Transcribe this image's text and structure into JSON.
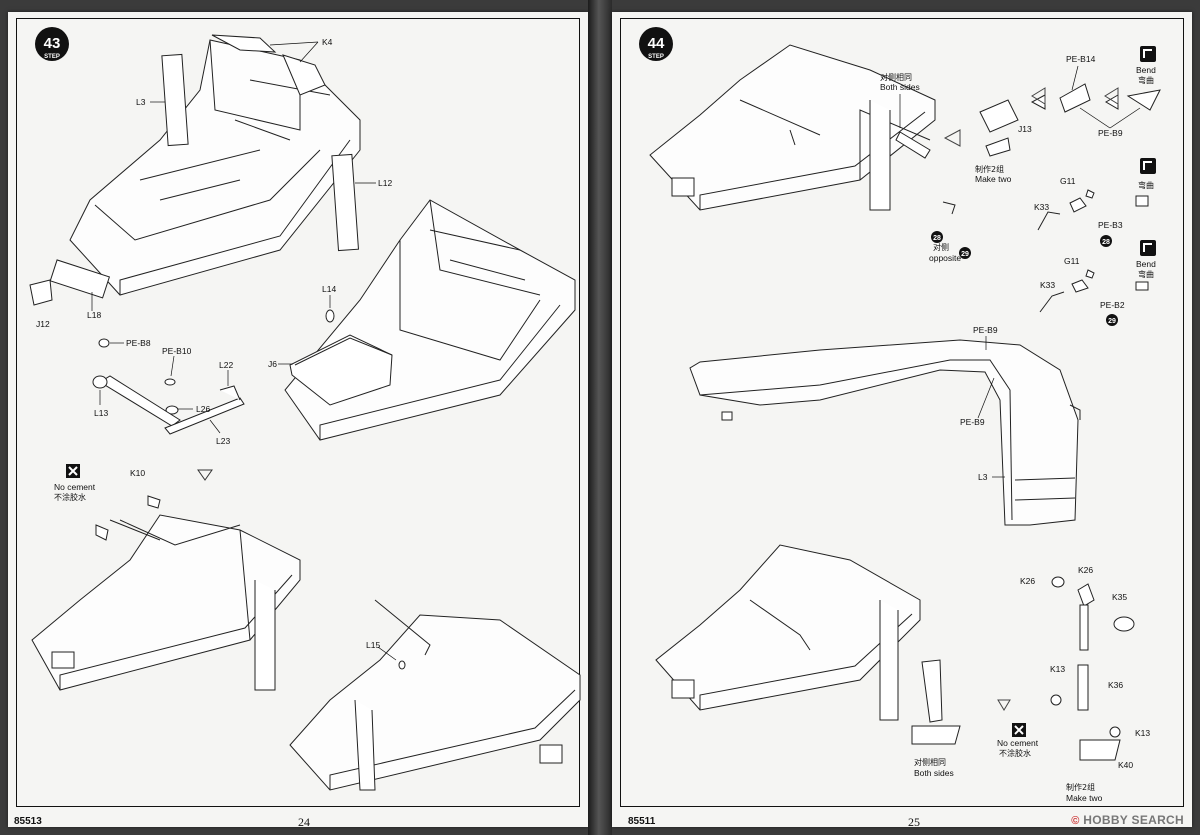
{
  "left_page": {
    "step_number": "43",
    "step_word": "STEP",
    "product_code": "85513",
    "page_number": "24",
    "labels": {
      "K4": "K4",
      "L3": "L3",
      "L12": "L12",
      "L18": "L18",
      "J12": "J12",
      "L14": "L14",
      "J6": "J6",
      "PE_B8": "PE-B8",
      "PE_B10": "PE-B10",
      "L22": "L22",
      "L13": "L13",
      "L26": "L26",
      "L23": "L23",
      "K10": "K10",
      "L15": "L15"
    },
    "no_cement": {
      "en": "No cement",
      "cn": "不涂胶水"
    }
  },
  "right_page": {
    "step_number": "44",
    "step_word": "STEP",
    "product_code": "85511",
    "page_number": "25",
    "labels": {
      "PE_B14": "PE-B14",
      "PE_B9": "PE-B9",
      "J13": "J13",
      "G11": "G11",
      "K33": "K33",
      "PE_B3": "PE-B3",
      "PE_B2": "PE-B2",
      "L3": "L3",
      "K26": "K26",
      "K35": "K35",
      "K13": "K13",
      "K36": "K36",
      "K40": "K40"
    },
    "both_sides": {
      "cn": "对侧相同",
      "en": "Both sides"
    },
    "make_two": {
      "cn": "制作2组",
      "en": "Make two"
    },
    "opposite": {
      "cn": "对侧",
      "en": "opposite"
    },
    "bend": {
      "en": "Bend",
      "cn": "弯曲"
    },
    "ref_28": "28",
    "ref_29": "29",
    "no_cement": {
      "en": "No cement",
      "cn": "不涂胶水"
    }
  },
  "watermark": {
    "brand": "HOBBY SEARCH",
    "mark": "©"
  }
}
